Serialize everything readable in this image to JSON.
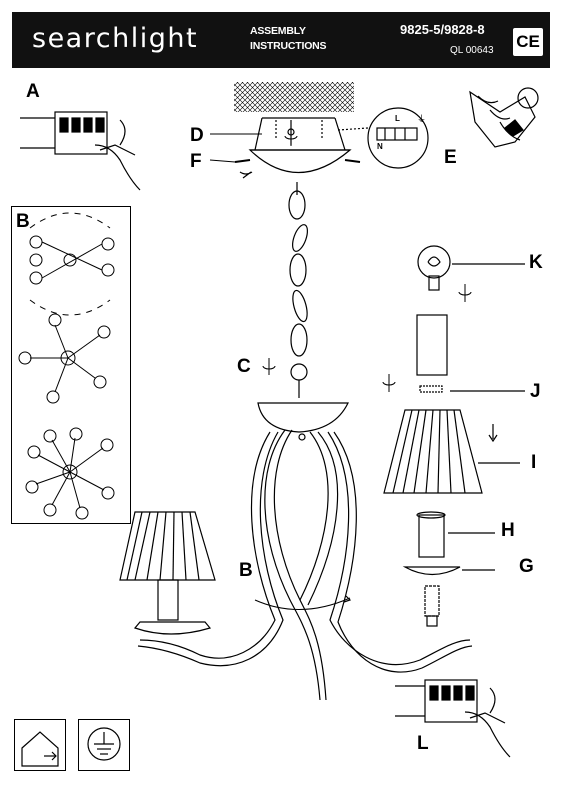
{
  "header": {
    "brand": "searchlight",
    "assembly_line1": "ASSEMBLY",
    "assembly_line2": "INSTRUCTIONS",
    "model": "9825-5/9828-8",
    "ql": "QL 00643",
    "ce_mark": "CE"
  },
  "labels": {
    "a": "A",
    "b_box": "B",
    "b_main": "B",
    "c": "C",
    "d": "D",
    "e": "E",
    "f": "F",
    "g": "G",
    "h": "H",
    "i": "I",
    "j": "J",
    "k": "K",
    "l": "L",
    "terminal_live": "L",
    "terminal_neutral": "N",
    "terminal_earth": "⏚"
  },
  "icons": {
    "bottom_left": "house-indoor-use-icon",
    "bottom_right": "earth-ground-icon"
  }
}
